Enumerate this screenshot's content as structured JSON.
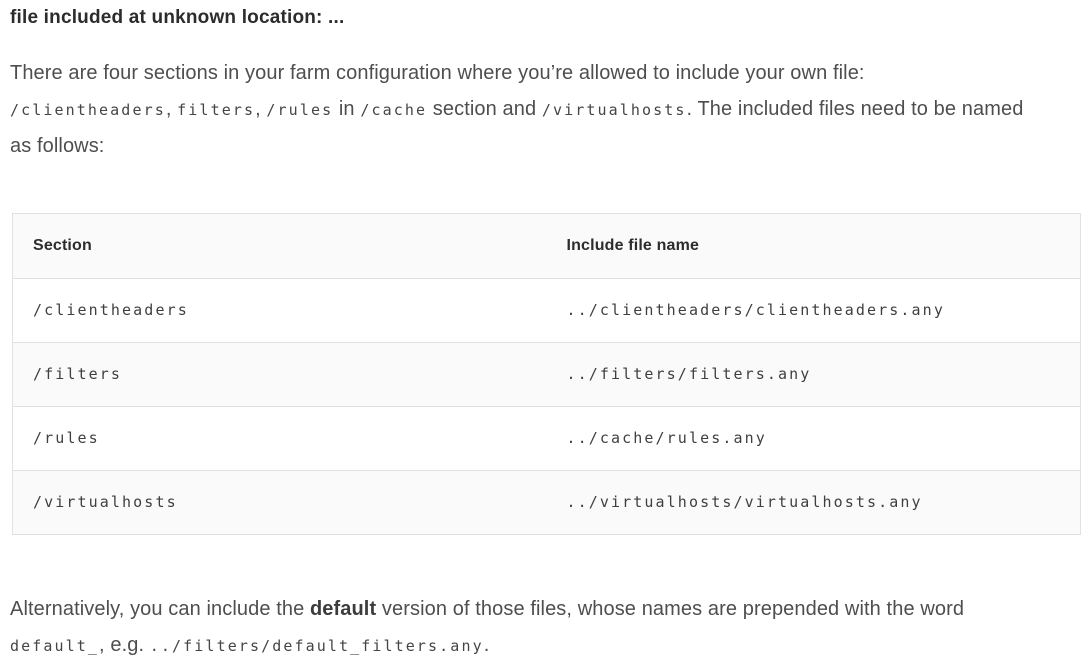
{
  "page": {
    "heading": "file included at unknown location: ...",
    "intro": {
      "t1": "There are four sections in your farm configuration where you’re allowed to include your own file:",
      "c1": "/clientheaders",
      "t2": ", ",
      "c2": "filters",
      "t3": ", ",
      "c3": "/rules",
      "t4": " in ",
      "c4": "/cache",
      "t5": " section and ",
      "c5": "/virtualhosts",
      "t6": ". The included files need to be named",
      "t7": "as follows:"
    },
    "table": {
      "headers": {
        "section": "Section",
        "file": "Include file name"
      },
      "rows": [
        {
          "section": "/clientheaders",
          "file": "../clientheaders/clientheaders.any"
        },
        {
          "section": "/filters",
          "file": "../filters/filters.any"
        },
        {
          "section": "/rules",
          "file": "../cache/rules.any"
        },
        {
          "section": "/virtualhosts",
          "file": "../virtualhosts/virtualhosts.any"
        }
      ]
    },
    "outro": {
      "t1": "Alternatively, you can include the ",
      "b1": "default",
      "t2": " version of those files, whose names are prepended with the word",
      "c1": "default_",
      "t3": ", e.g. ",
      "c2": "../filters/default_filters.any",
      "t4": "."
    },
    "colors": {
      "heading_text": "#2c2c2c",
      "body_text": "#4e4e4e",
      "table_border": "#e1e1e1",
      "stripe_background": "#fafafa"
    }
  }
}
